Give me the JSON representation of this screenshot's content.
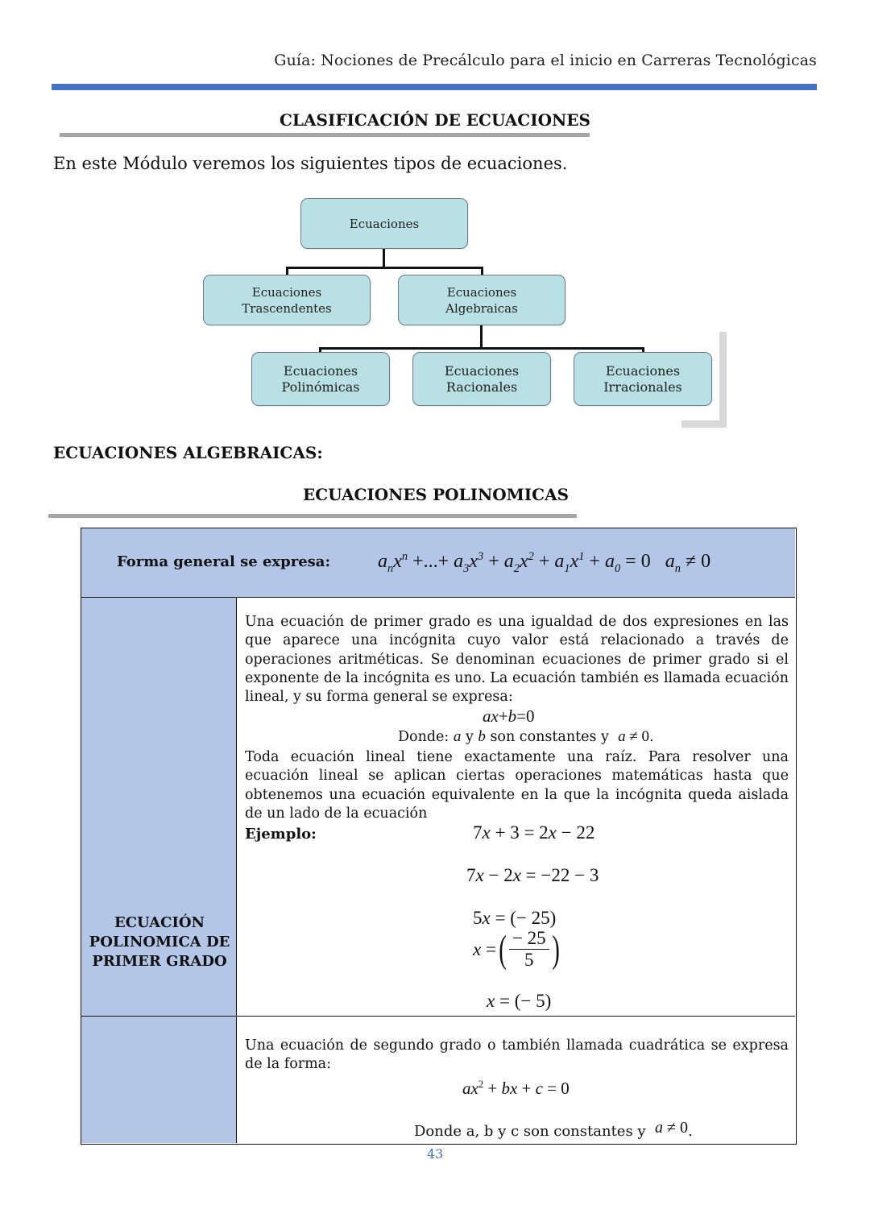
{
  "header": {
    "title": "Guía: Nociones de Precálculo para el inicio en Carreras Tecnológicas"
  },
  "section1": {
    "title": "CLASIFICACIÓN DE ECUACIONES",
    "intro": "En este Módulo veremos los siguientes tipos de ecuaciones."
  },
  "diagram": {
    "root": "Ecuaciones",
    "trascendentes": "Ecuaciones\nTrascendentes",
    "algebraicas": "Ecuaciones\nAlgebraicas",
    "polinomicas": "Ecuaciones\nPolinómicas",
    "racionales": "Ecuaciones\nRacionales",
    "irracionales": "Ecuaciones\nIrracionales"
  },
  "section2": {
    "heading": "ECUACIONES ALGEBRAICAS:",
    "subtitle": "ECUACIONES POLINOMICAS"
  },
  "table": {
    "general_label": "Forma general se expresa:",
    "first_degree": {
      "label": "ECUACIÓN POLINOMICA DE PRIMER GRADO",
      "para1": "Una ecuación de primer grado es una igualdad de dos expresiones en las que aparece una incógnita cuyo valor está relacionado a través de operaciones aritméticas. Se denominan ecuaciones de primer grado si el exponente de la incógnita es uno. La ecuación también es llamada ecuación lineal, y su forma general se expresa:",
      "donde": "Donde:",
      "para2": "Toda ecuación lineal tiene exactamente una raíz. Para resolver una ecuación lineal se aplican ciertas operaciones matemáticas hasta que obtenemos una ecuación equivalente en la que la incógnita queda aislada de un lado de la ecuación",
      "example_label": "Ejemplo:"
    },
    "second_degree": {
      "para": "Una ecuación de segundo grado o también llamada cuadrática se expresa de la forma:",
      "donde": "Donde a, b y c son constantes y"
    }
  },
  "page_number": "43"
}
